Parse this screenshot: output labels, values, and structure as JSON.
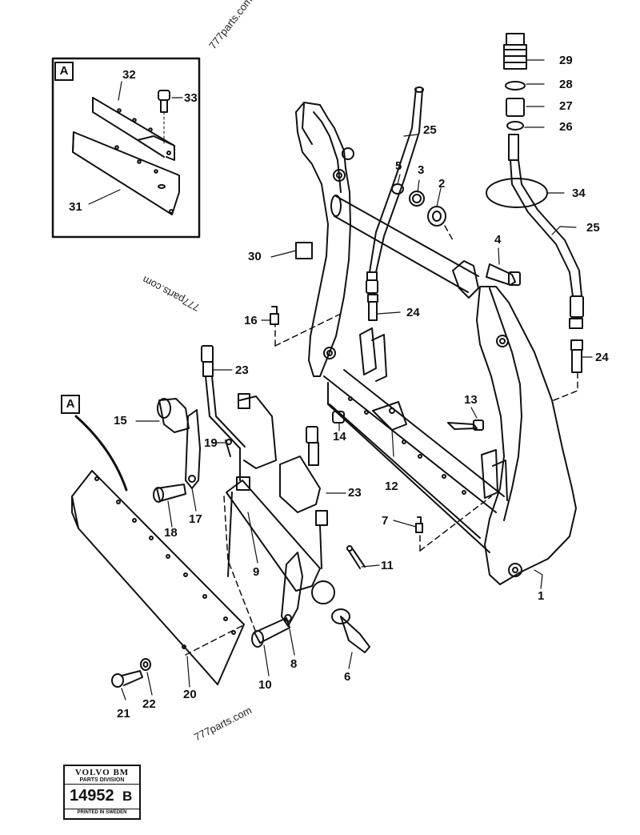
{
  "watermarks": {
    "top": "777parts.com",
    "middle": "777parts.com",
    "bottom": "777parts.com"
  },
  "detail": {
    "letter": "A",
    "parts": {
      "p31": "31",
      "p32": "32",
      "p33": "33"
    }
  },
  "callout_letter": "A",
  "parts": {
    "p1": "1",
    "p2": "2",
    "p3": "3",
    "p4": "4",
    "p5": "5",
    "p6": "6",
    "p7": "7",
    "p8": "8",
    "p9": "9",
    "p10": "10",
    "p11": "11",
    "p12": "12",
    "p13": "13",
    "p14": "14",
    "p15": "15",
    "p16": "16",
    "p17": "17",
    "p18": "18",
    "p19": "19",
    "p20": "20",
    "p21": "21",
    "p22": "22",
    "p23a": "23",
    "p23b": "23",
    "p24a": "24",
    "p24b": "24",
    "p25a": "25",
    "p25b": "25",
    "p26": "26",
    "p27": "27",
    "p28": "28",
    "p29": "29",
    "p30": "30",
    "p34": "34"
  },
  "stamp": {
    "brand": "VOLVO BM",
    "division": "PARTS DIVISION",
    "number": "14952",
    "revision": "B",
    "printed": "PRINTED IN SWEDEN"
  }
}
